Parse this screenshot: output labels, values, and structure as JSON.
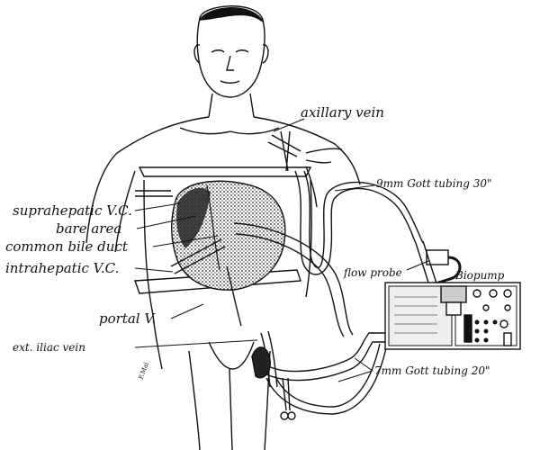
{
  "labels": {
    "axillary_vein": "axillary vein",
    "gott_tubing_9mm": "9mm Gott tubing 30\"",
    "suprahepatic_vc": "suprahepatic V.C.",
    "bare_area": "bare area",
    "common_bile_duct": "common bile duct",
    "intrahepatic_vc": "intrahepatic V.C.",
    "flow_probe": "flow probe",
    "biopump": "Biopump",
    "portal_v": "portal V.",
    "ext_iliac_vein": "ext. iliac vein",
    "gott_tubing_7mm": "7mm Gott tubing 20\"",
    "artist_signature": "F.Mal"
  },
  "colors": {
    "ink": "#111111",
    "background": "#ffffff",
    "liver_fill": "#555555"
  }
}
